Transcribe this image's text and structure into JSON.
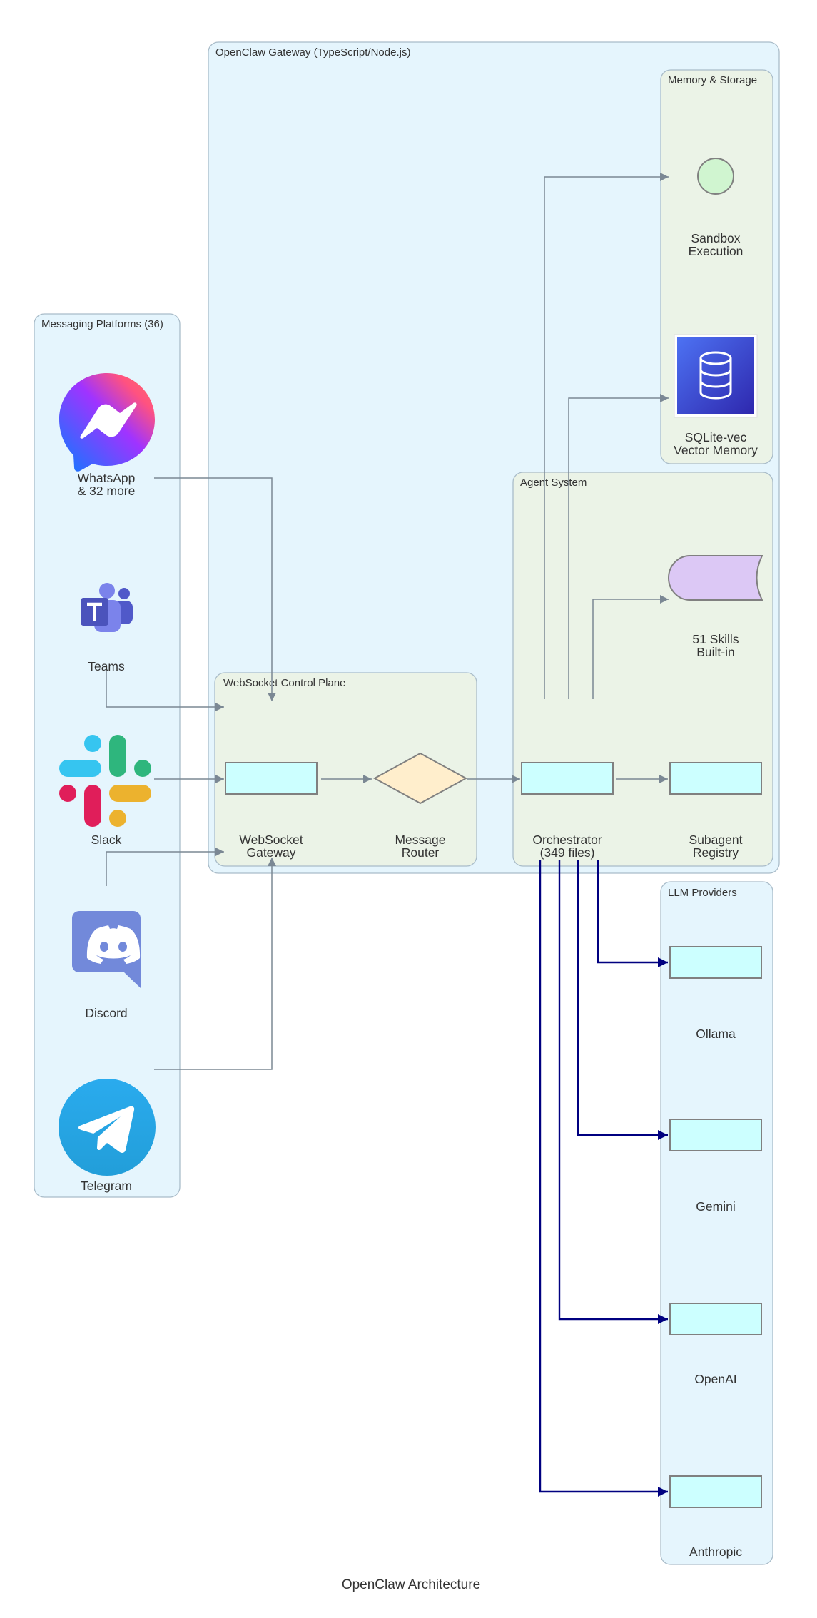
{
  "title": "OpenClaw Architecture",
  "clusters": {
    "gateway": "OpenClaw Gateway (TypeScript/Node.js)",
    "memory": "Memory & Storage",
    "messaging": "Messaging Platforms (36)",
    "agent": "Agent System",
    "websocket": "WebSocket Control Plane",
    "llm": "LLM Providers"
  },
  "nodes": {
    "sandbox": [
      "Sandbox",
      "Execution"
    ],
    "sqlite": [
      "SQLite-vec",
      "Vector Memory"
    ],
    "whatsapp": [
      "WhatsApp",
      "& 32 more"
    ],
    "skills": [
      "51 Skills",
      "Built-in"
    ],
    "teams": [
      "Teams"
    ],
    "slack": [
      "Slack"
    ],
    "ws_gateway": [
      "WebSocket",
      "Gateway"
    ],
    "router": [
      "Message",
      "Router"
    ],
    "orchestrator": [
      "Orchestrator",
      "(349 files)"
    ],
    "subagent": [
      "Subagent",
      "Registry"
    ],
    "discord": [
      "Discord"
    ],
    "ollama": [
      "Ollama"
    ],
    "gemini": [
      "Gemini"
    ],
    "openai": [
      "OpenAI"
    ],
    "anthropic": [
      "Anthropic"
    ],
    "telegram": [
      "Telegram"
    ]
  },
  "colors": {
    "cluster_blue_fill": "#e5f5fd",
    "cluster_green_fill": "#ebf3e7",
    "cluster_stroke": "#a9bcc9",
    "node_cyan": "#ccffff",
    "node_yellow": "#ffeecc",
    "node_green": "#d0f5d0",
    "node_purple": "#dcc8f5",
    "edge_gray": "#7b8894",
    "edge_navy": "#000080"
  }
}
